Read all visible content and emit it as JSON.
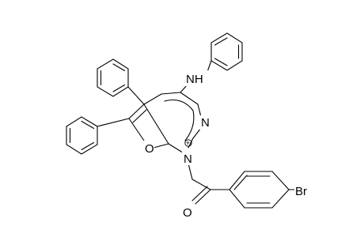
{
  "structure": {
    "atom_labels": {
      "amine": "NH",
      "ring_nitrogen_upper": "N",
      "ring_nitrogen_cation": "N",
      "furan_oxygen": "O",
      "carbonyl_oxygen": "O",
      "bromine": "Br"
    },
    "charge_sign": "+",
    "colors": {
      "ink": "#000000",
      "background": "#ffffff"
    }
  }
}
